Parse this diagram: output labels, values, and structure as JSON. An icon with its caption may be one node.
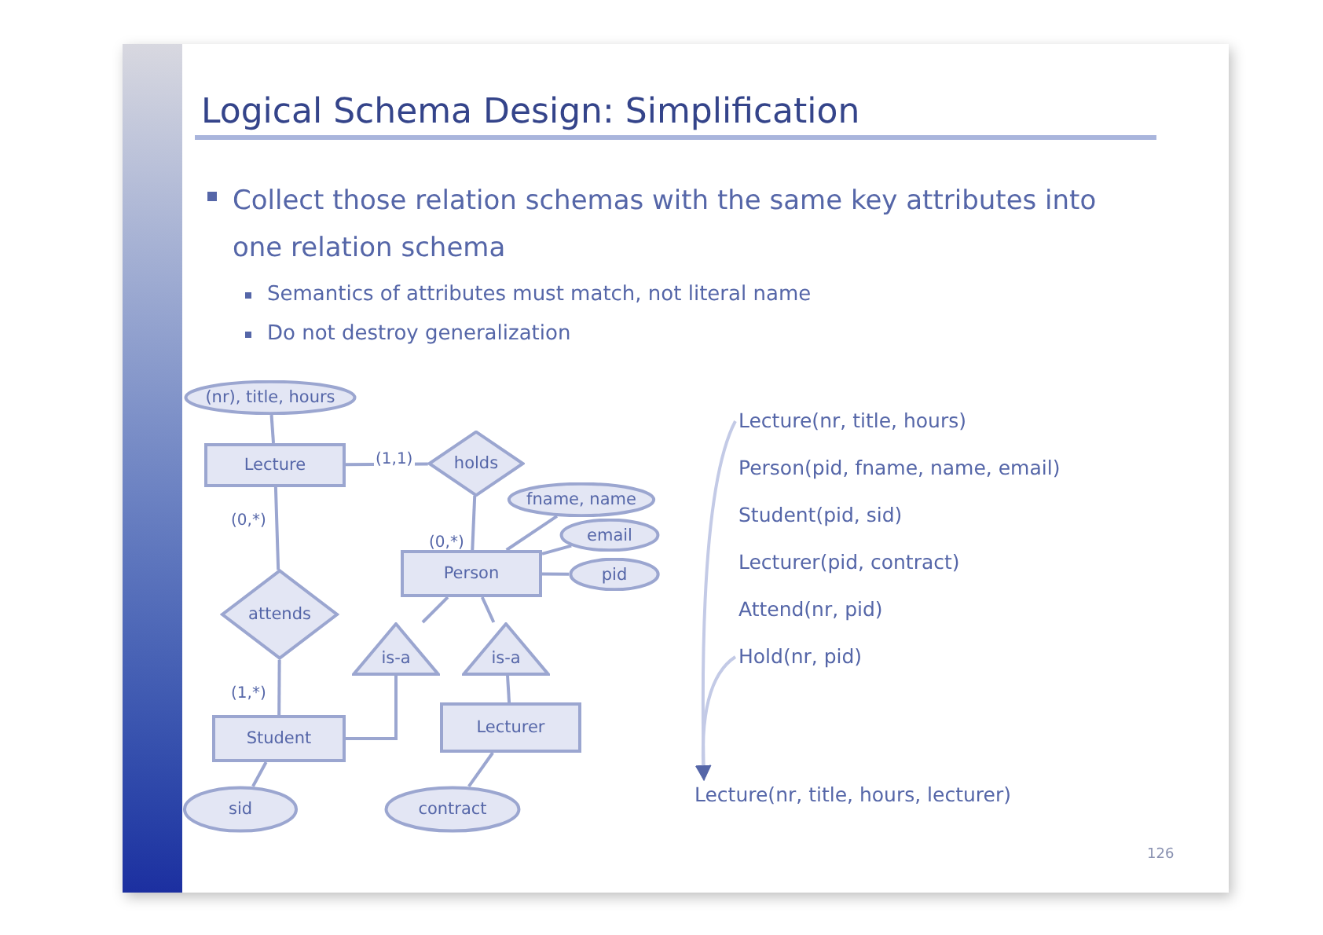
{
  "diagram": {
    "title": "Logical Schema Design: Simplification",
    "nodes": [
      {
        "text": [
          "(nr), title, hours"
        ]
      },
      {
        "text": [
          "Lecture"
        ]
      },
      {
        "text": [
          "holds"
        ]
      },
      {
        "text": [
          "fname, name"
        ]
      },
      {
        "text": [
          "email"
        ]
      },
      {
        "text": [
          "pid"
        ]
      },
      {
        "text": [
          "Person"
        ]
      },
      {
        "text": [
          "attends"
        ]
      },
      {
        "text": [
          "is-a"
        ]
      },
      {
        "text": [
          "is-a"
        ]
      },
      {
        "text": [
          "Student"
        ]
      },
      {
        "text": [
          "Lecturer"
        ]
      },
      {
        "text": [
          "sid"
        ]
      },
      {
        "text": [
          "contract"
        ]
      },
      {
        "text": [
          "Lecture(nr, title, hours)"
        ]
      },
      {
        "text": [
          "Hold(nr, pid)"
        ]
      },
      {
        "text": [
          "Lecture(nr, title, hours, lecturer)"
        ]
      }
    ],
    "edges": [
      {
        "from": 0,
        "to": 1,
        "arrow": "none"
      },
      {
        "from": 1,
        "to": 2,
        "arrow": "none",
        "label": "(1,1)"
      },
      {
        "from": 2,
        "to": 6,
        "arrow": "none",
        "label": "(0,*)"
      },
      {
        "from": 6,
        "to": 3,
        "arrow": "none"
      },
      {
        "from": 6,
        "to": 4,
        "arrow": "none"
      },
      {
        "from": 6,
        "to": 5,
        "arrow": "none"
      },
      {
        "from": 1,
        "to": 7,
        "arrow": "none",
        "label": "(0,*)"
      },
      {
        "from": 7,
        "to": 10,
        "arrow": "none",
        "label": "(1,*)"
      },
      {
        "from": 6,
        "to": 8,
        "arrow": "none"
      },
      {
        "from": 8,
        "to": 10,
        "arrow": "none"
      },
      {
        "from": 6,
        "to": 9,
        "arrow": "none"
      },
      {
        "from": 9,
        "to": 11,
        "arrow": "none"
      },
      {
        "from": 10,
        "to": 12,
        "arrow": "none"
      },
      {
        "from": 11,
        "to": 13,
        "arrow": "none"
      },
      {
        "from": 14,
        "to": 16,
        "arrow": "to"
      },
      {
        "from": 15,
        "to": 16,
        "arrow": "to"
      }
    ],
    "labels": [
      "Collect those relation schemas with the same key attributes into one relation schema",
      "Semantics of attributes must match, not literal name",
      "Do not destroy generalization",
      "Person(pid, fname, name, email)",
      "Student(pid, sid)",
      "Lecturer(pid, contract)",
      "Attend(nr, pid)",
      "126"
    ]
  }
}
